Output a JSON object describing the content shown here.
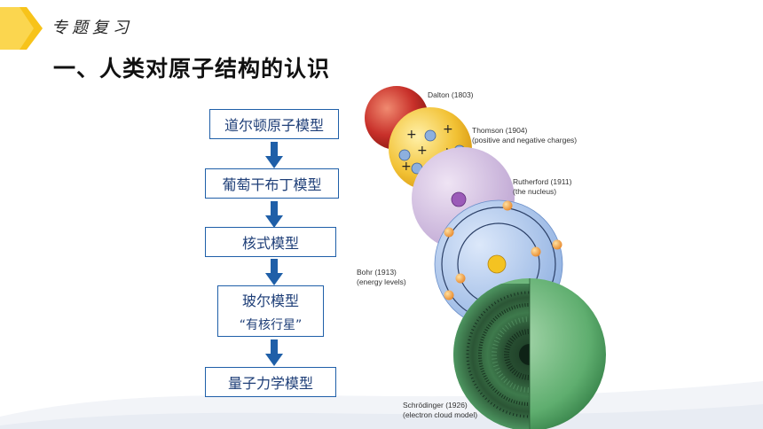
{
  "header": {
    "section_label": "专题复习",
    "title": "一、人类对原子结构的认识"
  },
  "flow": {
    "step1": "道尔顿原子模型",
    "step2": "葡萄干布丁模型",
    "step3": "核式模型",
    "step4": "玻尔模型",
    "step4_sub": "“有核行星”",
    "step5": "量子力学模型"
  },
  "models": {
    "dalton": "Dalton (1803)",
    "thomson": "Thomson (1904)",
    "thomson_sub": "(positive and negative charges)",
    "rutherford": "Rutherford (1911)",
    "rutherford_sub": "(the nucleus)",
    "bohr": "Bohr (1913)",
    "bohr_sub": "(energy levels)",
    "schrodinger": "Schrödinger (1926)",
    "schrodinger_sub": "(electron cloud model)"
  },
  "colors": {
    "accent_yellow": "#f7c31a",
    "box_border": "#1f5fa8",
    "arrow": "#1f5fa8",
    "dalton": "#c8302a",
    "thomson": "#f2c235",
    "rutherford": "#cdb8dc",
    "bohr": "#a9c4ea",
    "schrodinger": "#5fae6f"
  }
}
